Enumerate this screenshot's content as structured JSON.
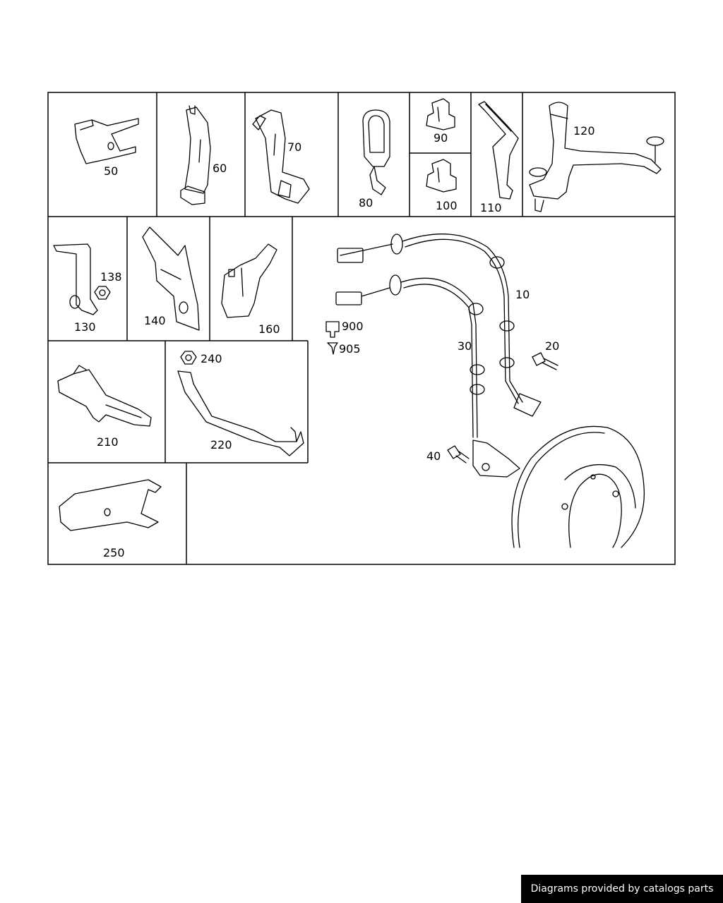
{
  "labels": {
    "p50": "50",
    "p60": "60",
    "p70": "70",
    "p80": "80",
    "p90": "90",
    "p100": "100",
    "p110": "110",
    "p120": "120",
    "p130": "130",
    "p138": "138",
    "p140": "140",
    "p160": "160",
    "p210": "210",
    "p220": "220",
    "p240": "240",
    "p250": "250",
    "p10": "10",
    "p20": "20",
    "p30": "30",
    "p40": "40",
    "p900": "900",
    "p905": "905"
  },
  "footer": {
    "text": "Diagrams provided by catalogs parts"
  }
}
